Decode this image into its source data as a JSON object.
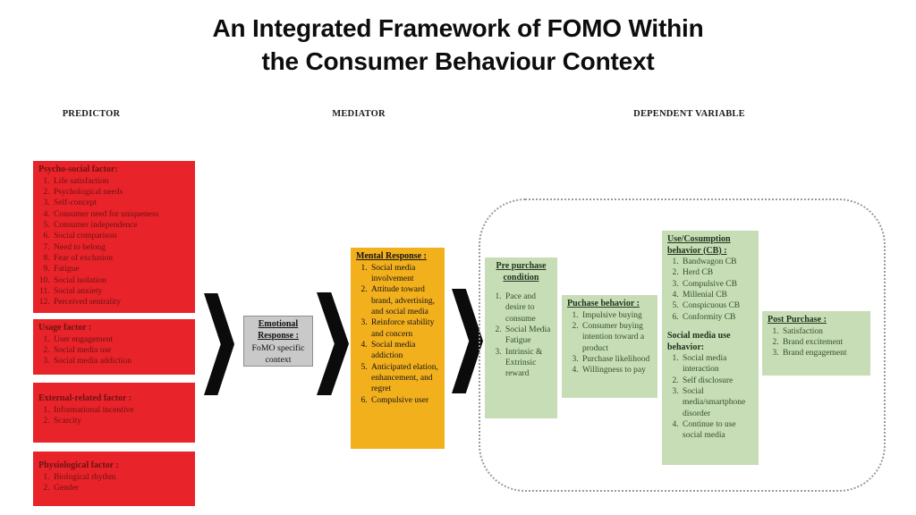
{
  "title": {
    "line1": "An Integrated Framework of FOMO Within",
    "line2": "the Consumer Behaviour Context"
  },
  "column_headers": [
    {
      "label": "PREDICTOR"
    },
    {
      "label": "MEDIATOR"
    },
    {
      "label": "DEPENDENT VARIABLE"
    }
  ],
  "predictor_boxes": [
    {
      "heading": "Psycho-social factor:",
      "items": [
        "Life satisfaction",
        "Psychological needs",
        "Self-concept",
        "Consumer need for uniqueness",
        "Consumer independence",
        "Social comparison",
        "Need to belong",
        "Fear of exclusion",
        "Fatigue",
        "Social isolation",
        "Social anxiety",
        "Perceived sentrality"
      ]
    },
    {
      "heading": "Usage factor :",
      "items": [
        "User engagement",
        "Social media use",
        "Social media addiction"
      ]
    },
    {
      "heading": "External-related factor :",
      "items": [
        "Informational incentive",
        "Scarcity"
      ]
    },
    {
      "heading": "Physiological factor :",
      "items": [
        "Biological rhythm",
        "Gender"
      ]
    }
  ],
  "mediator": {
    "emotional_box": {
      "heading": "Emotional Response :",
      "body": "FoMO specific context"
    },
    "mental_box": {
      "heading": "Mental Response :",
      "items": [
        "Social media involvement",
        "Attitude toward brand, advertising, and social media",
        "Reinforce stability and concern",
        "Social media addiction",
        "Anticipated elation, enhancement, and regret",
        "Compulsive user"
      ]
    }
  },
  "dependent_boxes": [
    {
      "heading": "Pre purchase condition",
      "items": [
        "Pace and desire to consume",
        "Social Media Fatigue",
        "Intrinsic & Extrinsic reward"
      ]
    },
    {
      "heading": "Puchase behavior :",
      "items": [
        "Impulsive buying",
        "Consumer buying intention toward a product",
        "Purchase likelihood",
        "Willingness to pay"
      ]
    },
    {
      "heading": "Use/Cosumption behavior (CB) :",
      "items": [
        "Bandwagon CB",
        "Herd CB",
        "Compulsive CB",
        "Millenial CB",
        "Conspicuous CB",
        "Conformity CB"
      ],
      "subheading": "Social media use behavior:",
      "sub_items": [
        "Social media interaction",
        "Self disclosure",
        "Social media/smartphone disorder",
        "Continue to use social media"
      ]
    },
    {
      "heading": "Post Purchase :",
      "items": [
        "Satisfaction",
        "Brand excitement",
        "Brand engagement"
      ]
    }
  ],
  "colors": {
    "red_bg": "#e8232a",
    "red_text": "#6e1310",
    "yellow_bg": "#f2b01d",
    "green_bg": "#c7ddb5",
    "green_text": "#30502f",
    "gray_bg": "#c9c9c9",
    "arrow": "#0b0b0b",
    "dashed_border": "#9a9a9a"
  }
}
